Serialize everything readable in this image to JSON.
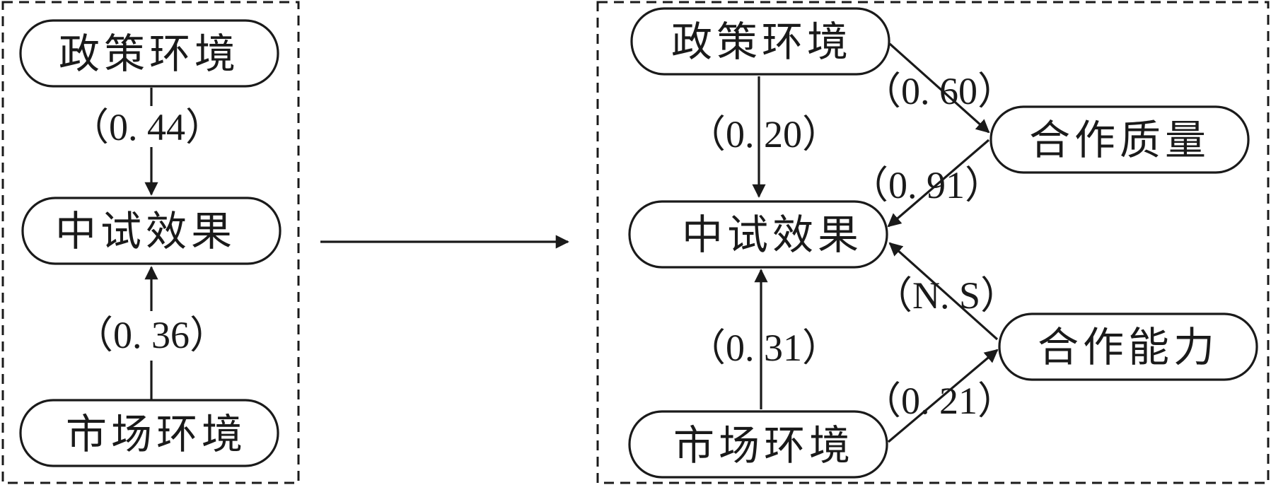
{
  "left_model": {
    "nodes": {
      "policy": "政策环境",
      "pilot": "中试效果",
      "market": "市场环境"
    },
    "edges": {
      "policy_to_pilot": "（0. 44）",
      "market_to_pilot": "（0. 36）"
    }
  },
  "right_model": {
    "nodes": {
      "policy": "政策环境",
      "pilot": "中试效果",
      "market": "市场环境",
      "coop_quality": "合作质量",
      "coop_ability": "合作能力"
    },
    "edges": {
      "policy_to_pilot": "（0. 20）",
      "policy_to_quality": "（0. 60）",
      "quality_to_pilot": "（0. 91）",
      "ability_to_pilot": "（N. S）",
      "market_to_pilot": "（0. 31）",
      "market_to_ability": "（0. 21）"
    }
  },
  "colors": {
    "line": "#1a1a1a",
    "background": "#ffffff"
  }
}
